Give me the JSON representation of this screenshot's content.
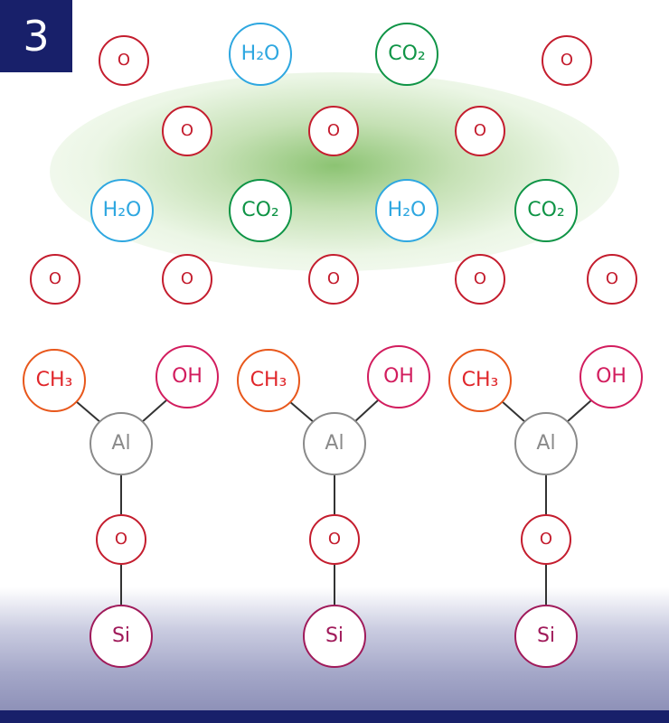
{
  "step": {
    "number": "3"
  },
  "colors": {
    "navy": "#18206a",
    "oxygen": "#c41d2e",
    "water": "#2ea7e0",
    "carbon_dioxide": "#0f9446",
    "methyl": "#e8571b",
    "hydroxyl": "#d21d5e",
    "aluminum": "#8a8a8a",
    "silicon": "#a01a5a",
    "plasma_glow": "#78b95a"
  },
  "gas_phase": {
    "row1": [
      {
        "label": "O",
        "type": "o"
      },
      {
        "label": "H₂O",
        "type": "h2o"
      },
      {
        "label": "CO₂",
        "type": "co2"
      },
      {
        "label": "O",
        "type": "o"
      }
    ],
    "row2": [
      {
        "label": "O",
        "type": "o"
      },
      {
        "label": "O",
        "type": "o"
      },
      {
        "label": "O",
        "type": "o"
      }
    ],
    "row3": [
      {
        "label": "H₂O",
        "type": "h2o"
      },
      {
        "label": "CO₂",
        "type": "co2"
      },
      {
        "label": "H₂O",
        "type": "h2o"
      },
      {
        "label": "CO₂",
        "type": "co2"
      }
    ],
    "row4": [
      {
        "label": "O",
        "type": "o"
      },
      {
        "label": "O",
        "type": "o"
      },
      {
        "label": "O",
        "type": "o"
      },
      {
        "label": "O",
        "type": "o"
      },
      {
        "label": "O",
        "type": "o"
      }
    ]
  },
  "surface_groups": [
    {
      "methyl": "CH₃",
      "hydroxyl": "OH",
      "metal": "Al",
      "bridge": "O",
      "substrate": "Si"
    },
    {
      "methyl": "CH₃",
      "hydroxyl": "OH",
      "metal": "Al",
      "bridge": "O",
      "substrate": "Si"
    },
    {
      "methyl": "CH₃",
      "hydroxyl": "OH",
      "metal": "Al",
      "bridge": "O",
      "substrate": "Si"
    }
  ]
}
